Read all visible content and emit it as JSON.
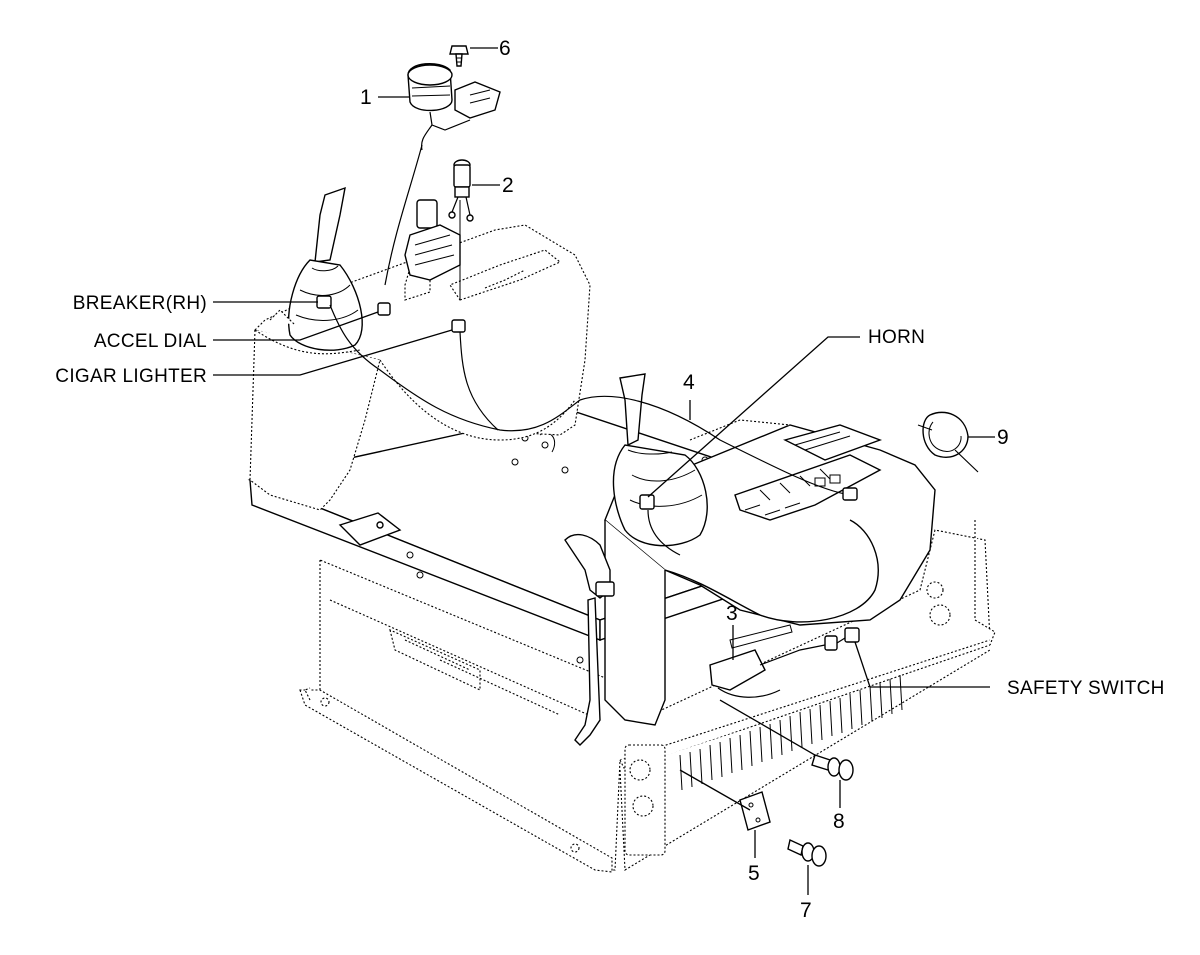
{
  "callouts": {
    "breaker": "BREAKER(RH)",
    "accel_dial": "ACCEL DIAL",
    "cigar_lighter": "CIGAR LIGHTER",
    "horn": "HORN",
    "safety_switch": "SAFETY SWITCH"
  },
  "part_numbers": {
    "p1": "1",
    "p2": "2",
    "p3": "3",
    "p4": "4",
    "p5": "5",
    "p6": "6",
    "p7": "7",
    "p8": "8",
    "p9": "9"
  }
}
